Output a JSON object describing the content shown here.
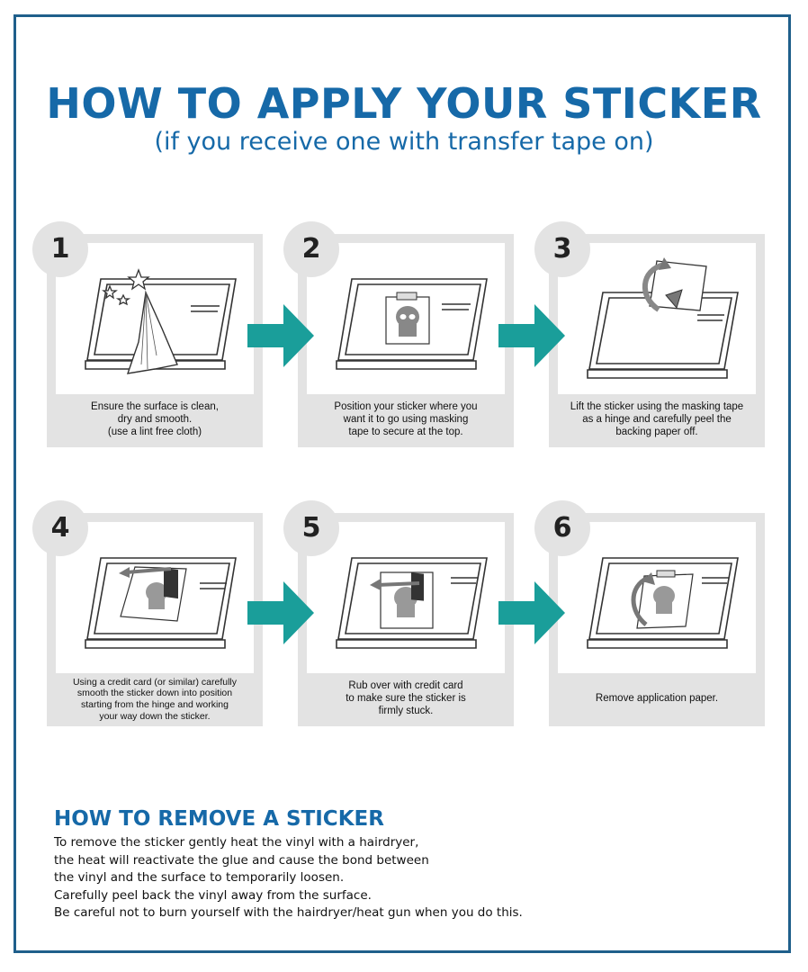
{
  "header": {
    "title": "HOW TO APPLY YOUR STICKER",
    "subtitle": "(if you receive one with transfer tape on)"
  },
  "steps": [
    {
      "number": "1",
      "caption": "Ensure the surface is clean,\ndry and smooth.\n(use a lint free cloth)"
    },
    {
      "number": "2",
      "caption": "Position your sticker where you\nwant it to go using masking\ntape to secure at the top."
    },
    {
      "number": "3",
      "caption": "Lift the sticker using the masking tape\nas a hinge and carefully peel the\nbacking paper off."
    },
    {
      "number": "4",
      "caption": "Using a credit card (or similar) carefully\nsmooth the sticker down into position\nstarting from the hinge and working\nyour way down the sticker."
    },
    {
      "number": "5",
      "caption": "Rub over with credit card\nto make sure the sticker is\nfirmly stuck."
    },
    {
      "number": "6",
      "caption": "Remove application paper."
    }
  ],
  "colors": {
    "accent": "#1669a8",
    "arrow": "#1a9e9a",
    "panel": "#e3e3e3",
    "frame": "#1f5f8b"
  },
  "remove": {
    "title": "HOW TO REMOVE A STICKER",
    "lines": [
      "To remove the sticker gently heat the vinyl with a hairdryer,",
      "the heat will reactivate the glue and cause the bond between",
      "the vinyl and the surface to temporarily loosen.",
      "Carefully peel back the vinyl away from the surface.",
      "Be careful not to burn yourself with the hairdryer/heat gun when you do this."
    ]
  }
}
